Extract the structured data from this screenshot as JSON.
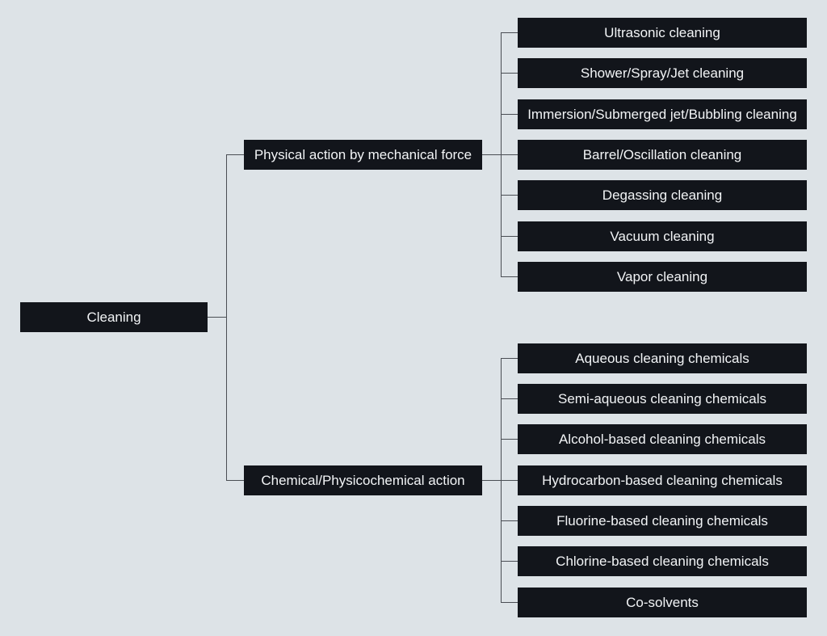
{
  "root": {
    "label": "Cleaning"
  },
  "branches": [
    {
      "label": "Physical action by mechanical force",
      "children": [
        "Ultrasonic cleaning",
        "Shower/Spray/Jet cleaning",
        "Immersion/Submerged jet/Bubbling cleaning",
        "Barrel/Oscillation cleaning",
        "Degassing cleaning",
        "Vacuum cleaning",
        "Vapor cleaning"
      ]
    },
    {
      "label": "Chemical/Physicochemical action",
      "children": [
        "Aqueous cleaning chemicals",
        "Semi-aqueous cleaning chemicals",
        "Alcohol-based cleaning chemicals",
        "Hydrocarbon-based cleaning chemicals",
        "Fluorine-based cleaning chemicals",
        "Chlorine-based cleaning chemicals",
        "Co-solvents"
      ]
    }
  ]
}
